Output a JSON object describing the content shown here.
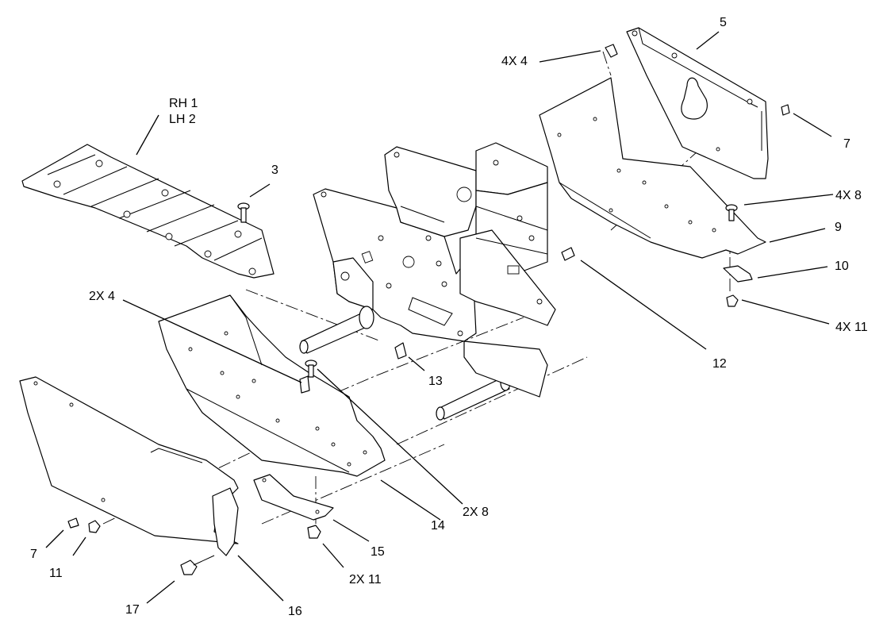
{
  "callouts": {
    "rh1": "RH 1",
    "lh2": "LH 2",
    "c3": "3",
    "c4x4": "4X 4",
    "c5": "5",
    "c7_right": "7",
    "c4x8": "4X 8",
    "c9": "9",
    "c10": "10",
    "c4x11": "4X 11",
    "c12": "12",
    "c2x4": "2X 4",
    "c13": "13",
    "c14": "14",
    "c2x8": "2X 8",
    "c7_left": "7",
    "c11": "11",
    "c15": "15",
    "c2x11": "2X 11",
    "c16": "16",
    "c17": "17"
  }
}
